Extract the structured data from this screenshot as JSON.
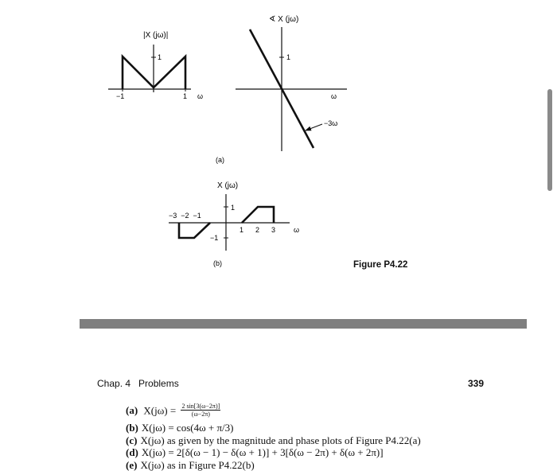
{
  "figure": {
    "caption": "Figure P4.22",
    "panel_a": {
      "label": "(a)",
      "magnitude_plot": {
        "title": "|X (jω)|",
        "y_tick": "1",
        "x_ticks": [
          "−1",
          "1"
        ],
        "x_axis": "ω"
      },
      "phase_plot": {
        "title": "∢ X (jω)",
        "y_tick": "1",
        "x_axis": "ω",
        "annotation": "−3ω"
      }
    },
    "panel_b": {
      "label": "(b)",
      "title": "X (jω)",
      "y_ticks": [
        "1",
        "−1"
      ],
      "x_ticks_negative": "−3  −2  −1",
      "x_ticks_positive": [
        "1",
        "2",
        "3"
      ],
      "x_axis": "ω"
    }
  },
  "page": {
    "chapter": "Chap. 4",
    "section": "Problems",
    "number": "339"
  },
  "problems": {
    "a": {
      "label": "(a)",
      "lhs": "X(jω) =",
      "numerator": "2 sin[3(ω−2π)]",
      "denominator": "(ω−2π)"
    },
    "b": {
      "label": "(b)",
      "text": "X(jω) = cos(4ω + π/3)"
    },
    "c": {
      "label": "(c)",
      "text": "X(jω) as given by the magnitude and phase plots of Figure P4.22(a)"
    },
    "d": {
      "label": "(d)",
      "text": "X(jω) = 2[δ(ω − 1) − δ(ω + 1)] + 3[δ(ω − 2π) + δ(ω + 2π)]"
    },
    "e": {
      "label": "(e)",
      "text": "X(jω) as in Figure P4.22(b)"
    }
  }
}
